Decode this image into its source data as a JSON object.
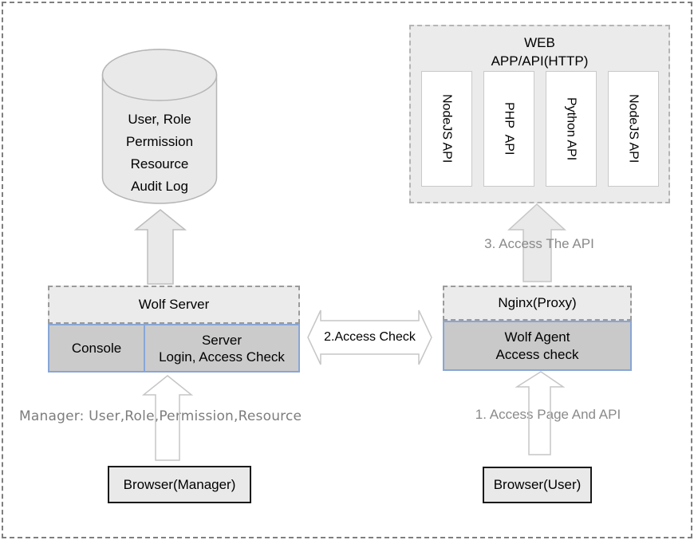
{
  "database": {
    "lines": [
      "User, Role",
      "Permission",
      "Resource",
      "Audit Log"
    ]
  },
  "web": {
    "title_lines": [
      "WEB",
      "APP/API(HTTP)"
    ],
    "apis": [
      "NodeJS API",
      "PHP  API",
      "Python API",
      "NodeJS API"
    ]
  },
  "wolf_server": {
    "title": "Wolf Server",
    "console_label": "Console",
    "server_lines": [
      "Server",
      "Login, Access Check"
    ]
  },
  "nginx": {
    "title": "Nginx(Proxy)",
    "agent_lines": [
      "Wolf Agent",
      "Access check"
    ]
  },
  "browsers": {
    "manager": "Browser(Manager)",
    "user": "Browser(User)"
  },
  "flows": {
    "step1": "1. Access Page And API",
    "step2": "2.Access Check",
    "step3": "3. Access The API",
    "manager_caption": "Manager: User,Role,Permission,Resource"
  },
  "colors": {
    "panel_fill": "#ebebeb",
    "cell_fill": "#c9c9c9",
    "blue_border": "#88a6d6",
    "arrow_fill": "#e9e9e9",
    "arrow_stroke": "#bdbdbd",
    "hollow_arrow_stroke": "#c6c6c6",
    "gray_text": "#8a8a8a",
    "dashed_border": "#7f7f7f"
  }
}
